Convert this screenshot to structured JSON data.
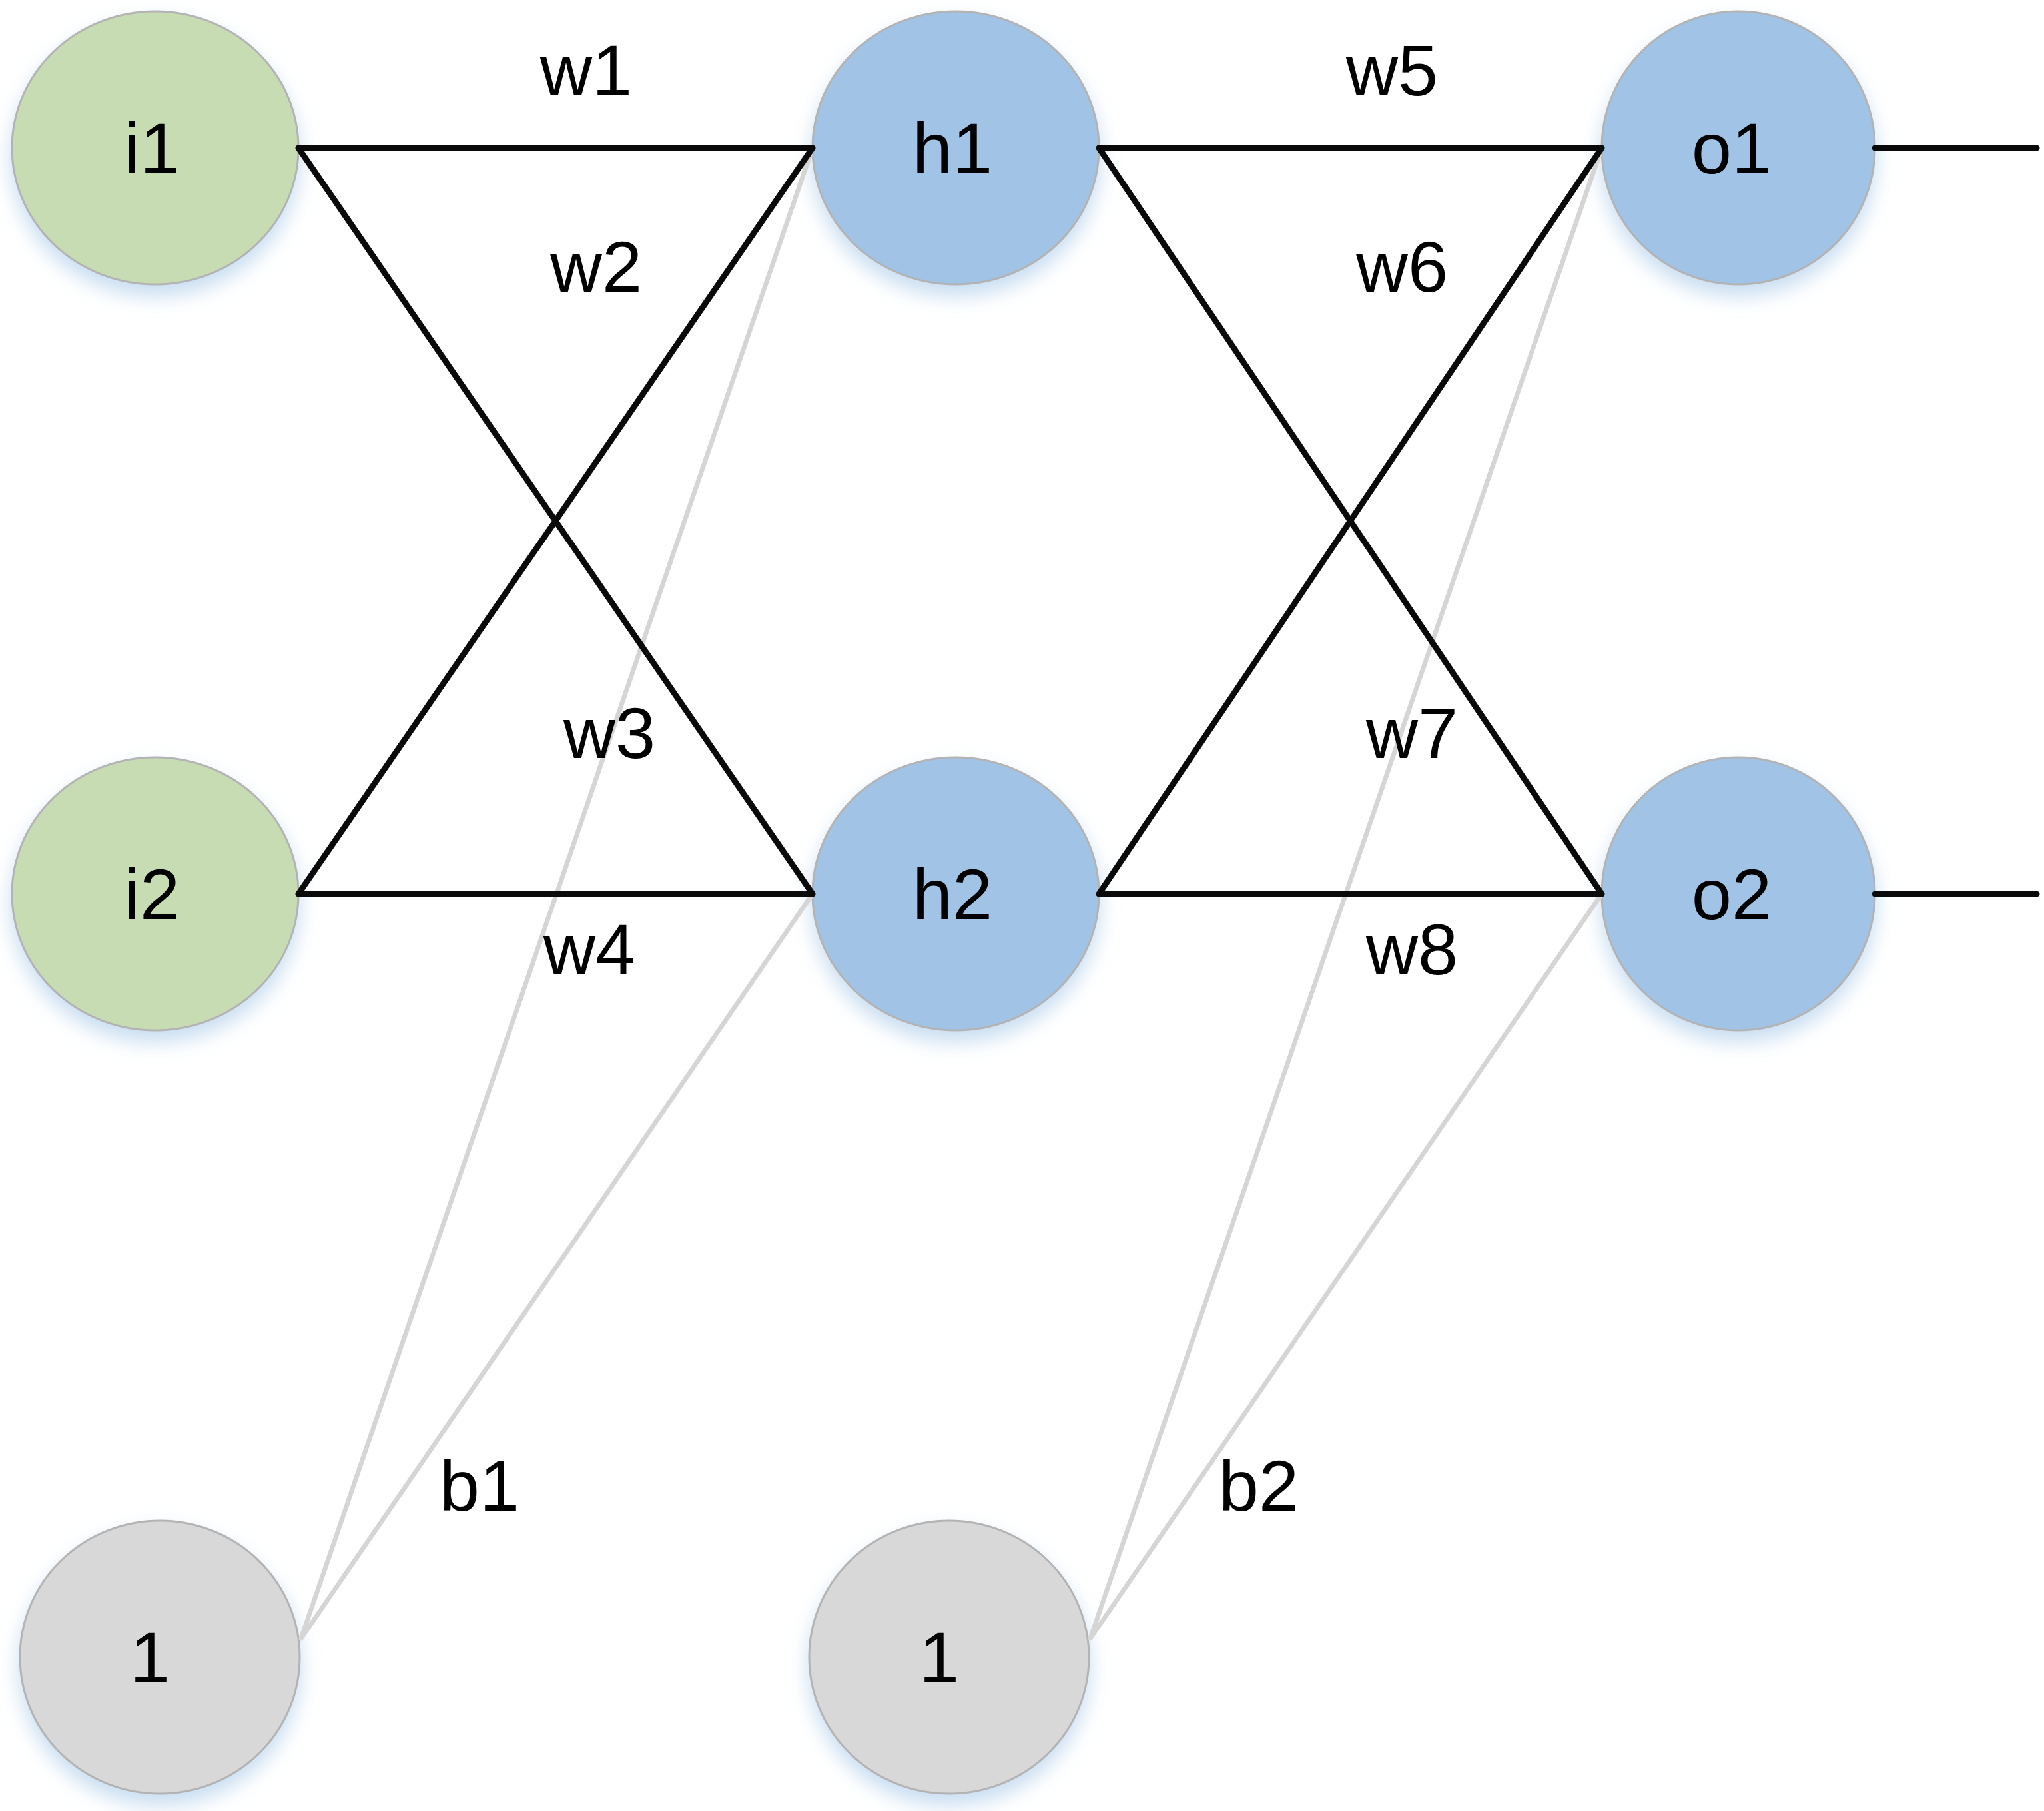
{
  "diagram_type": "neural-network",
  "colors": {
    "input_fill": "#c8dcb4",
    "hidden_fill": "#a0c3e6",
    "output_fill": "#a0c3e6",
    "bias_fill": "#d8d8d8",
    "node_border": "#b3b3b3",
    "edge_color": "#0a0a0a",
    "bias_edge_color": "#d5d5d5",
    "text_color": "#000000",
    "glow_color": "#bdd7ee"
  },
  "layers": {
    "input": [
      "i1",
      "i2"
    ],
    "hidden": [
      "h1",
      "h2"
    ],
    "output": [
      "o1",
      "o2"
    ],
    "bias": [
      "1",
      "1"
    ]
  },
  "nodes": [
    {
      "id": "i1",
      "label": "i1",
      "layer": "input"
    },
    {
      "id": "i2",
      "label": "i2",
      "layer": "input"
    },
    {
      "id": "h1",
      "label": "h1",
      "layer": "hidden"
    },
    {
      "id": "h2",
      "label": "h2",
      "layer": "hidden"
    },
    {
      "id": "o1",
      "label": "o1",
      "layer": "output"
    },
    {
      "id": "o2",
      "label": "o2",
      "layer": "output"
    },
    {
      "id": "b1",
      "label": "1",
      "layer": "bias"
    },
    {
      "id": "b2",
      "label": "1",
      "layer": "bias"
    }
  ],
  "edges": [
    {
      "id": "w1",
      "from": "i1",
      "to": "h1",
      "label": "w1"
    },
    {
      "id": "w2",
      "from": "i2",
      "to": "h1",
      "label": "w2"
    },
    {
      "id": "w3",
      "from": "i1",
      "to": "h2",
      "label": "w3"
    },
    {
      "id": "w4",
      "from": "i2",
      "to": "h2",
      "label": "w4"
    },
    {
      "id": "w5",
      "from": "h1",
      "to": "o1",
      "label": "w5"
    },
    {
      "id": "w6",
      "from": "h2",
      "to": "o1",
      "label": "w6"
    },
    {
      "id": "w7",
      "from": "h1",
      "to": "o2",
      "label": "w7"
    },
    {
      "id": "w8",
      "from": "h2",
      "to": "o2",
      "label": "w8"
    }
  ],
  "bias_edges": [
    {
      "from": "b1",
      "to": "h1"
    },
    {
      "from": "b1",
      "to": "h2"
    },
    {
      "from": "b2",
      "to": "o1"
    },
    {
      "from": "b2",
      "to": "o2"
    }
  ],
  "bias_labels": [
    {
      "text": "b1"
    },
    {
      "text": "b2"
    }
  ],
  "output_lines": [
    {
      "from": "o1"
    },
    {
      "from": "o2"
    }
  ]
}
